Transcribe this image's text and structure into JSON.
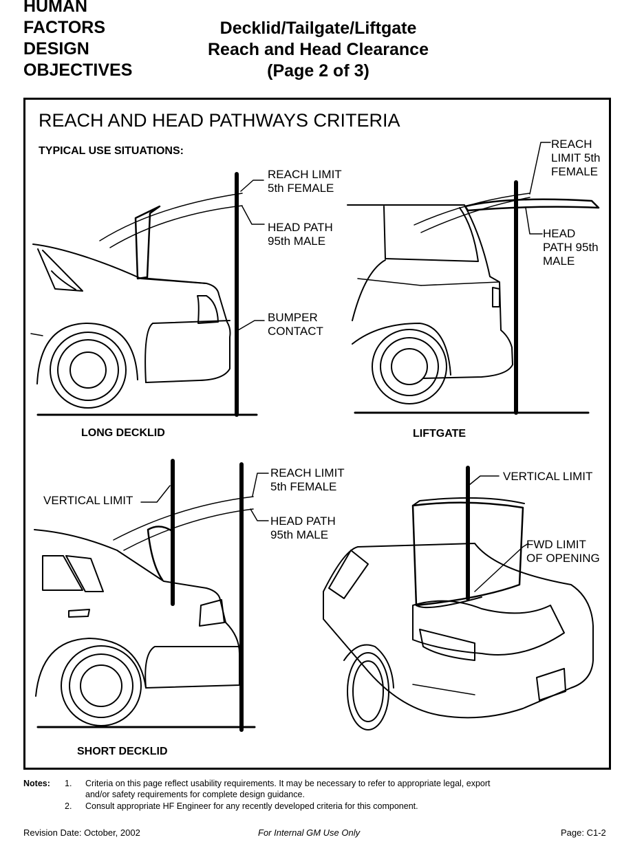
{
  "header": {
    "left_lines": [
      "HUMAN",
      "FACTORS",
      "DESIGN",
      "OBJECTIVES"
    ],
    "title_lines": [
      "Decklid/Tailgate/Liftgate",
      "Reach and Head Clearance",
      "(Page 2 of 3)"
    ]
  },
  "figure": {
    "title": "REACH AND HEAD PATHWAYS CRITERIA",
    "subtitle": "TYPICAL USE SITUATIONS:",
    "panels": {
      "long_decklid": {
        "caption": "LONG DECKLID",
        "labels": {
          "reach_limit": [
            "REACH LIMIT",
            "5th FEMALE"
          ],
          "head_path": [
            "HEAD PATH",
            "95th MALE"
          ],
          "bumper_contact": [
            "BUMPER",
            "CONTACT"
          ]
        }
      },
      "liftgate": {
        "caption": "LIFTGATE",
        "labels": {
          "reach_limit": [
            "REACH",
            "LIMIT 5th",
            "FEMALE"
          ],
          "head_path": [
            "HEAD",
            "PATH 95th",
            "MALE"
          ]
        }
      },
      "short_decklid": {
        "caption": "SHORT DECKLID",
        "labels": {
          "vertical_limit": "VERTICAL LIMIT",
          "reach_limit": [
            "REACH LIMIT",
            "5th FEMALE"
          ],
          "head_path": [
            "HEAD PATH",
            "95th MALE"
          ]
        }
      },
      "sedan": {
        "labels": {
          "vertical_limit": "VERTICAL LIMIT",
          "fwd_limit": [
            "FWD LIMIT",
            "OF OPENING"
          ]
        }
      }
    }
  },
  "notes": {
    "heading": "Notes:",
    "items": [
      {
        "num": "1.",
        "lines": [
          "Criteria on this page reflect usability requirements.  It may be necessary to refer to appropriate legal, export",
          "and/or safety requirements for complete design guidance."
        ]
      },
      {
        "num": "2.",
        "lines": [
          "Consult appropriate HF Engineer for any recently developed criteria for this component."
        ]
      }
    ]
  },
  "footer": {
    "revision": "Revision Date:  October, 2002",
    "internal": "For Internal GM Use Only",
    "page": "Page:  C1-2"
  }
}
